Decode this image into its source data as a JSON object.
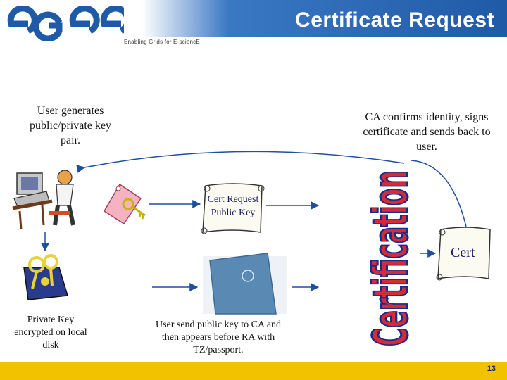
{
  "header": {
    "logo_text": "egee",
    "title": "Certificate Request",
    "tagline": "Enabling Grids for E-sciencE"
  },
  "labels": {
    "user_generates": "User generates public/private key pair.",
    "ca_confirms": "CA confirms identity, signs certificate and sends back to user.",
    "cert_request": "Cert Request Public Key",
    "cert": "Cert",
    "private_key": "Private Key encrypted on local disk",
    "user_send": "User send public key to CA and then appears before RA with TZ/passport.",
    "certification_banner": "Certification"
  },
  "footer": {
    "page_number": "13"
  },
  "colors": {
    "header_blue": "#1f5aa6",
    "footer_yellow": "#f2c200",
    "arrow_blue": "#1f4f9e",
    "banner_red": "#d42c36",
    "banner_outline": "#1a2a8a"
  }
}
